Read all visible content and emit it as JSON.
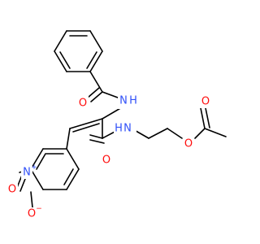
{
  "molecule": {
    "atoms": [
      {
        "id": "O_benzoyl",
        "label": "O",
        "color": "#ff0d0d",
        "charge": ""
      },
      {
        "id": "N_amide1",
        "label": "N",
        "color": "#3050f8",
        "charge": ""
      },
      {
        "id": "H_amide1",
        "label": "H",
        "color": "#3050f8",
        "charge": ""
      },
      {
        "id": "N_amide2",
        "label": "N",
        "color": "#3050f8",
        "charge": ""
      },
      {
        "id": "H_amide2",
        "label": "H",
        "color": "#3050f8",
        "charge": ""
      },
      {
        "id": "O_amide2",
        "label": "O",
        "color": "#ff0d0d",
        "charge": ""
      },
      {
        "id": "O_ester",
        "label": "O",
        "color": "#ff0d0d",
        "charge": ""
      },
      {
        "id": "O_acetyl",
        "label": "O",
        "color": "#ff0d0d",
        "charge": ""
      },
      {
        "id": "N_nitro",
        "label": "N",
        "color": "#3050f8",
        "charge": "+"
      },
      {
        "id": "O_nitro1",
        "label": "O",
        "color": "#ff0d0d",
        "charge": ""
      },
      {
        "id": "O_nitro2",
        "label": "O",
        "color": "#ff0d0d",
        "charge": "−"
      }
    ],
    "bond_color": "#000000"
  }
}
